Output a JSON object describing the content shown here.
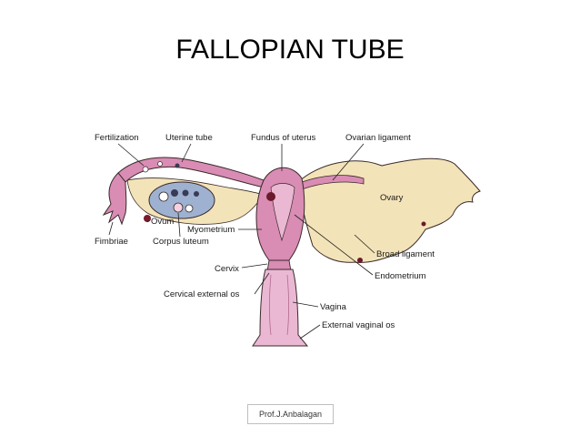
{
  "slide": {
    "title": "FALLOPIAN TUBE",
    "footer": "Prof.J.Anbalagan"
  },
  "diagram": {
    "labels": {
      "fertilization": "Fertilization",
      "uterine_tube": "Uterine tube",
      "fundus": "Fundus of uterus",
      "ovarian_ligament": "Ovarian ligament",
      "ovary": "Ovary",
      "ovum": "Ovum",
      "fimbriae": "Fimbriae",
      "corpus_luteum": "Corpus luteum",
      "myometrium": "Myometrium",
      "cervix": "Cervix",
      "cervical_external_os": "Cervical external os",
      "broad_ligament": "Broad ligament",
      "endometrium": "Endometrium",
      "vagina": "Vagina",
      "external_vaginal_os": "External vaginal os"
    },
    "colors": {
      "tissue_pink": "#d98cb4",
      "tissue_light": "#eab8d2",
      "ligament_cream": "#f3e3b8",
      "ovary_blue": "#9eb1d0",
      "outline": "#3a2a2a"
    }
  }
}
